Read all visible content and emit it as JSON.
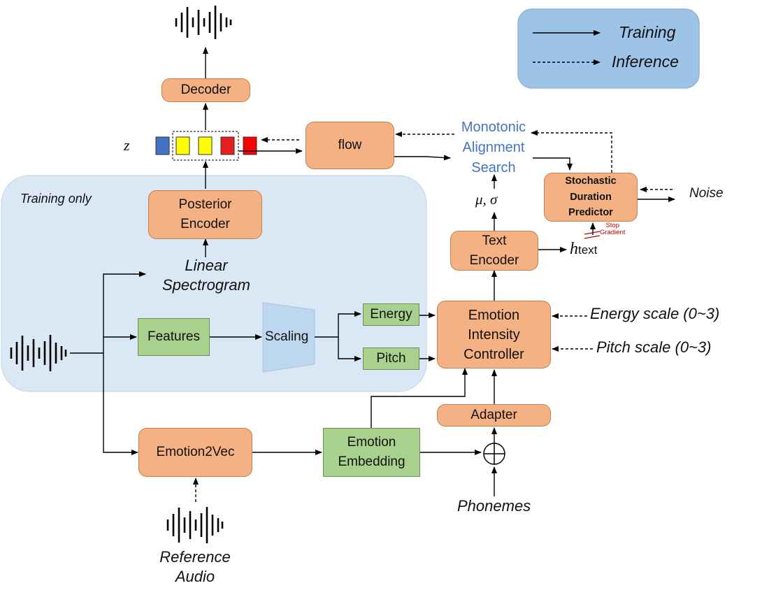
{
  "legend": {
    "training": "Training",
    "inference": "Inference"
  },
  "region": {
    "training_only": "Training only"
  },
  "blocks": {
    "decoder": "Decoder",
    "flow": "flow",
    "posterior_encoder": [
      "Posterior",
      "Encoder"
    ],
    "text_encoder": [
      "Text",
      "Encoder"
    ],
    "sdp": [
      "Stochastic",
      "Duration",
      "Predictor"
    ],
    "emotion_intensity_controller": [
      "Emotion",
      "Intensity",
      "Controller"
    ],
    "adapter": "Adapter",
    "emotion2vec": "Emotion2Vec",
    "emotion_embedding": [
      "Emotion",
      "Embedding"
    ],
    "features": "Features",
    "energy": "Energy",
    "pitch": "Pitch",
    "scaling": "Scaling"
  },
  "labels": {
    "z": "z",
    "mas": [
      "Monotonic",
      "Alignment",
      "Search"
    ],
    "mu_sigma": "μ,  σ",
    "noise": "Noise",
    "stop_gradient": [
      "Stop",
      "Gradient"
    ],
    "h_text_main": "h",
    "h_text_sub": "text",
    "linear_spectrogram": [
      "Linear",
      "Spectrogram"
    ],
    "energy_scale": "Energy scale (0~3)",
    "pitch_scale": "Pitch scale (0~3)",
    "phonemes": "Phonemes",
    "reference_audio": [
      "Reference",
      "Audio"
    ]
  },
  "latent_colors": [
    "#4472c4",
    "#ffff00",
    "#ffff00",
    "#e81e1e",
    "#ff0000"
  ],
  "colors": {
    "legend_bg": "#9dc3e6",
    "region_bg": "#dae7f4",
    "orange_block": "#f4b183",
    "green_block": "#a9d18e",
    "scaling_block": "#bdd7ee",
    "mas_text": "#4472c4",
    "stop_gradient": "#c00000"
  }
}
